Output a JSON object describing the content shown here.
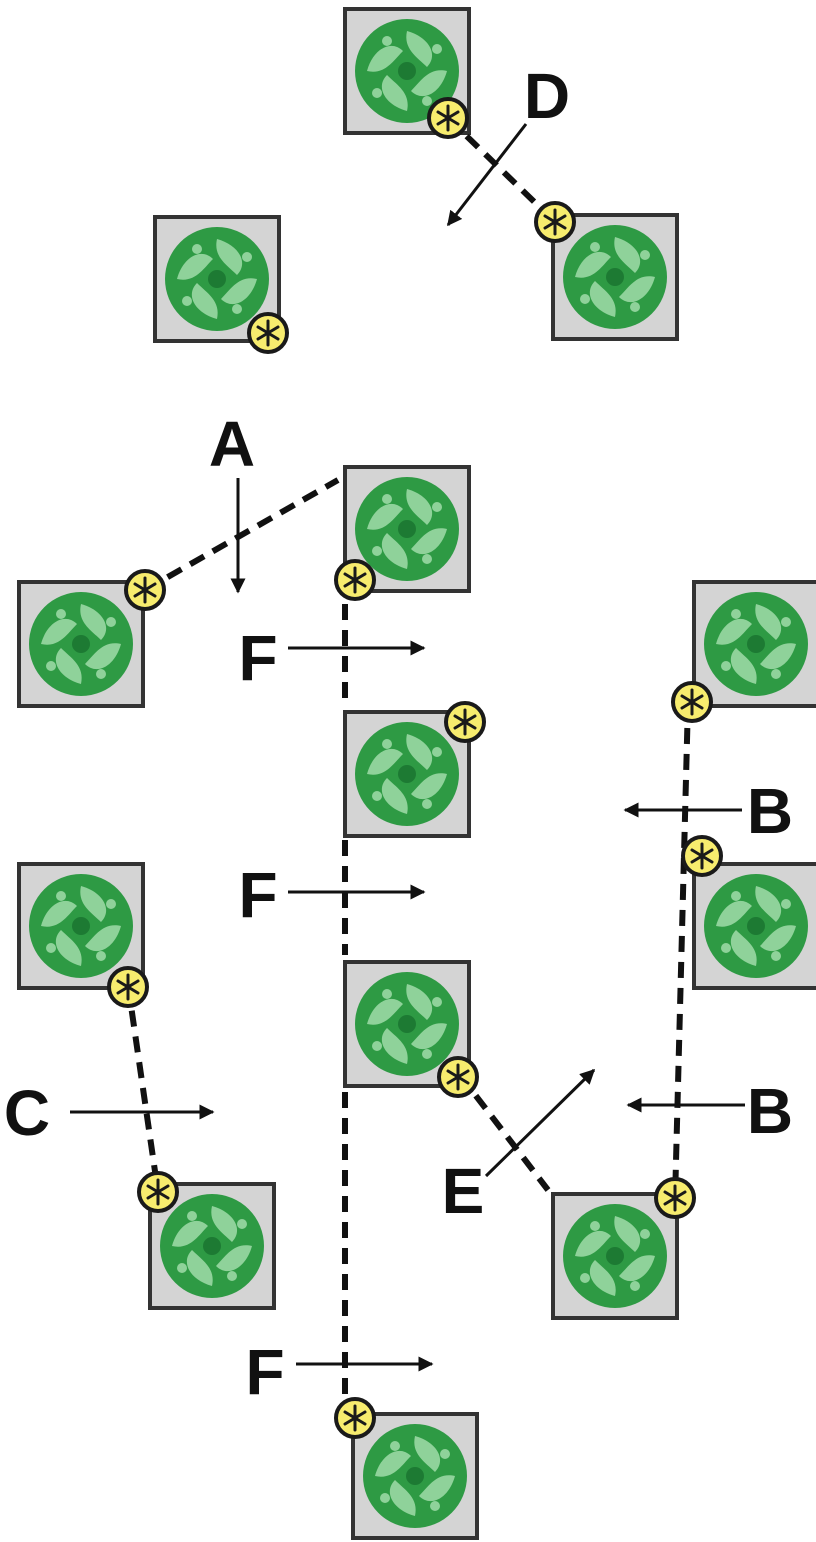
{
  "labels": {
    "A": "A",
    "B": "B",
    "C": "C",
    "D": "D",
    "E": "E",
    "F": "F"
  },
  "colors": {
    "tile_fill": "#d4d4d4",
    "tile_border": "#333333",
    "pattern_green": "#2e9a44",
    "pattern_light": "#8fd29a",
    "marker_yellow": "#f7ec6e",
    "line_black": "#111111"
  },
  "icons": {
    "tile": "green-swirl-tile-icon",
    "marker": "yellow-asterisk-marker-icon"
  }
}
